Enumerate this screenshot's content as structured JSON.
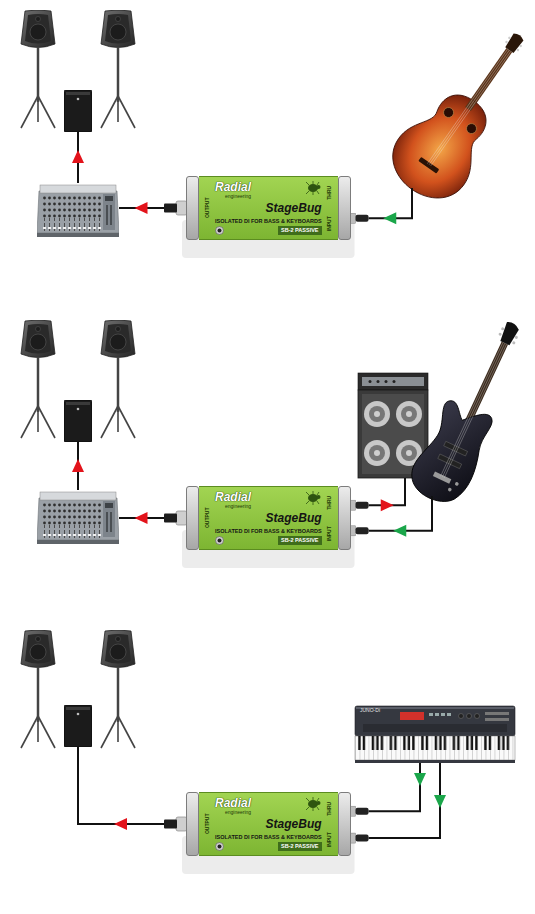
{
  "diagram": {
    "nodes": [
      {
        "text": [
          "Radial",
          "engineering",
          "StageBug",
          "ISOLATED DI FOR BASS & KEYBOARDS",
          "SB-2 PASSIVE",
          "OUTPUT",
          "THRU",
          "INPUT"
        ]
      },
      {
        "text": [
          "Radial",
          "engineering",
          "StageBug",
          "ISOLATED DI FOR BASS & KEYBOARDS",
          "SB-2 PASSIVE",
          "OUTPUT",
          "THRU",
          "INPUT"
        ]
      },
      {
        "text": [
          "Radial",
          "engineering",
          "StageBug",
          "ISOLATED DI FOR BASS & KEYBOARDS",
          "SB-2 PASSIVE",
          "OUTPUT",
          "THRU",
          "INPUT"
        ]
      }
    ],
    "labels": [
      "JUNO-Di"
    ]
  }
}
